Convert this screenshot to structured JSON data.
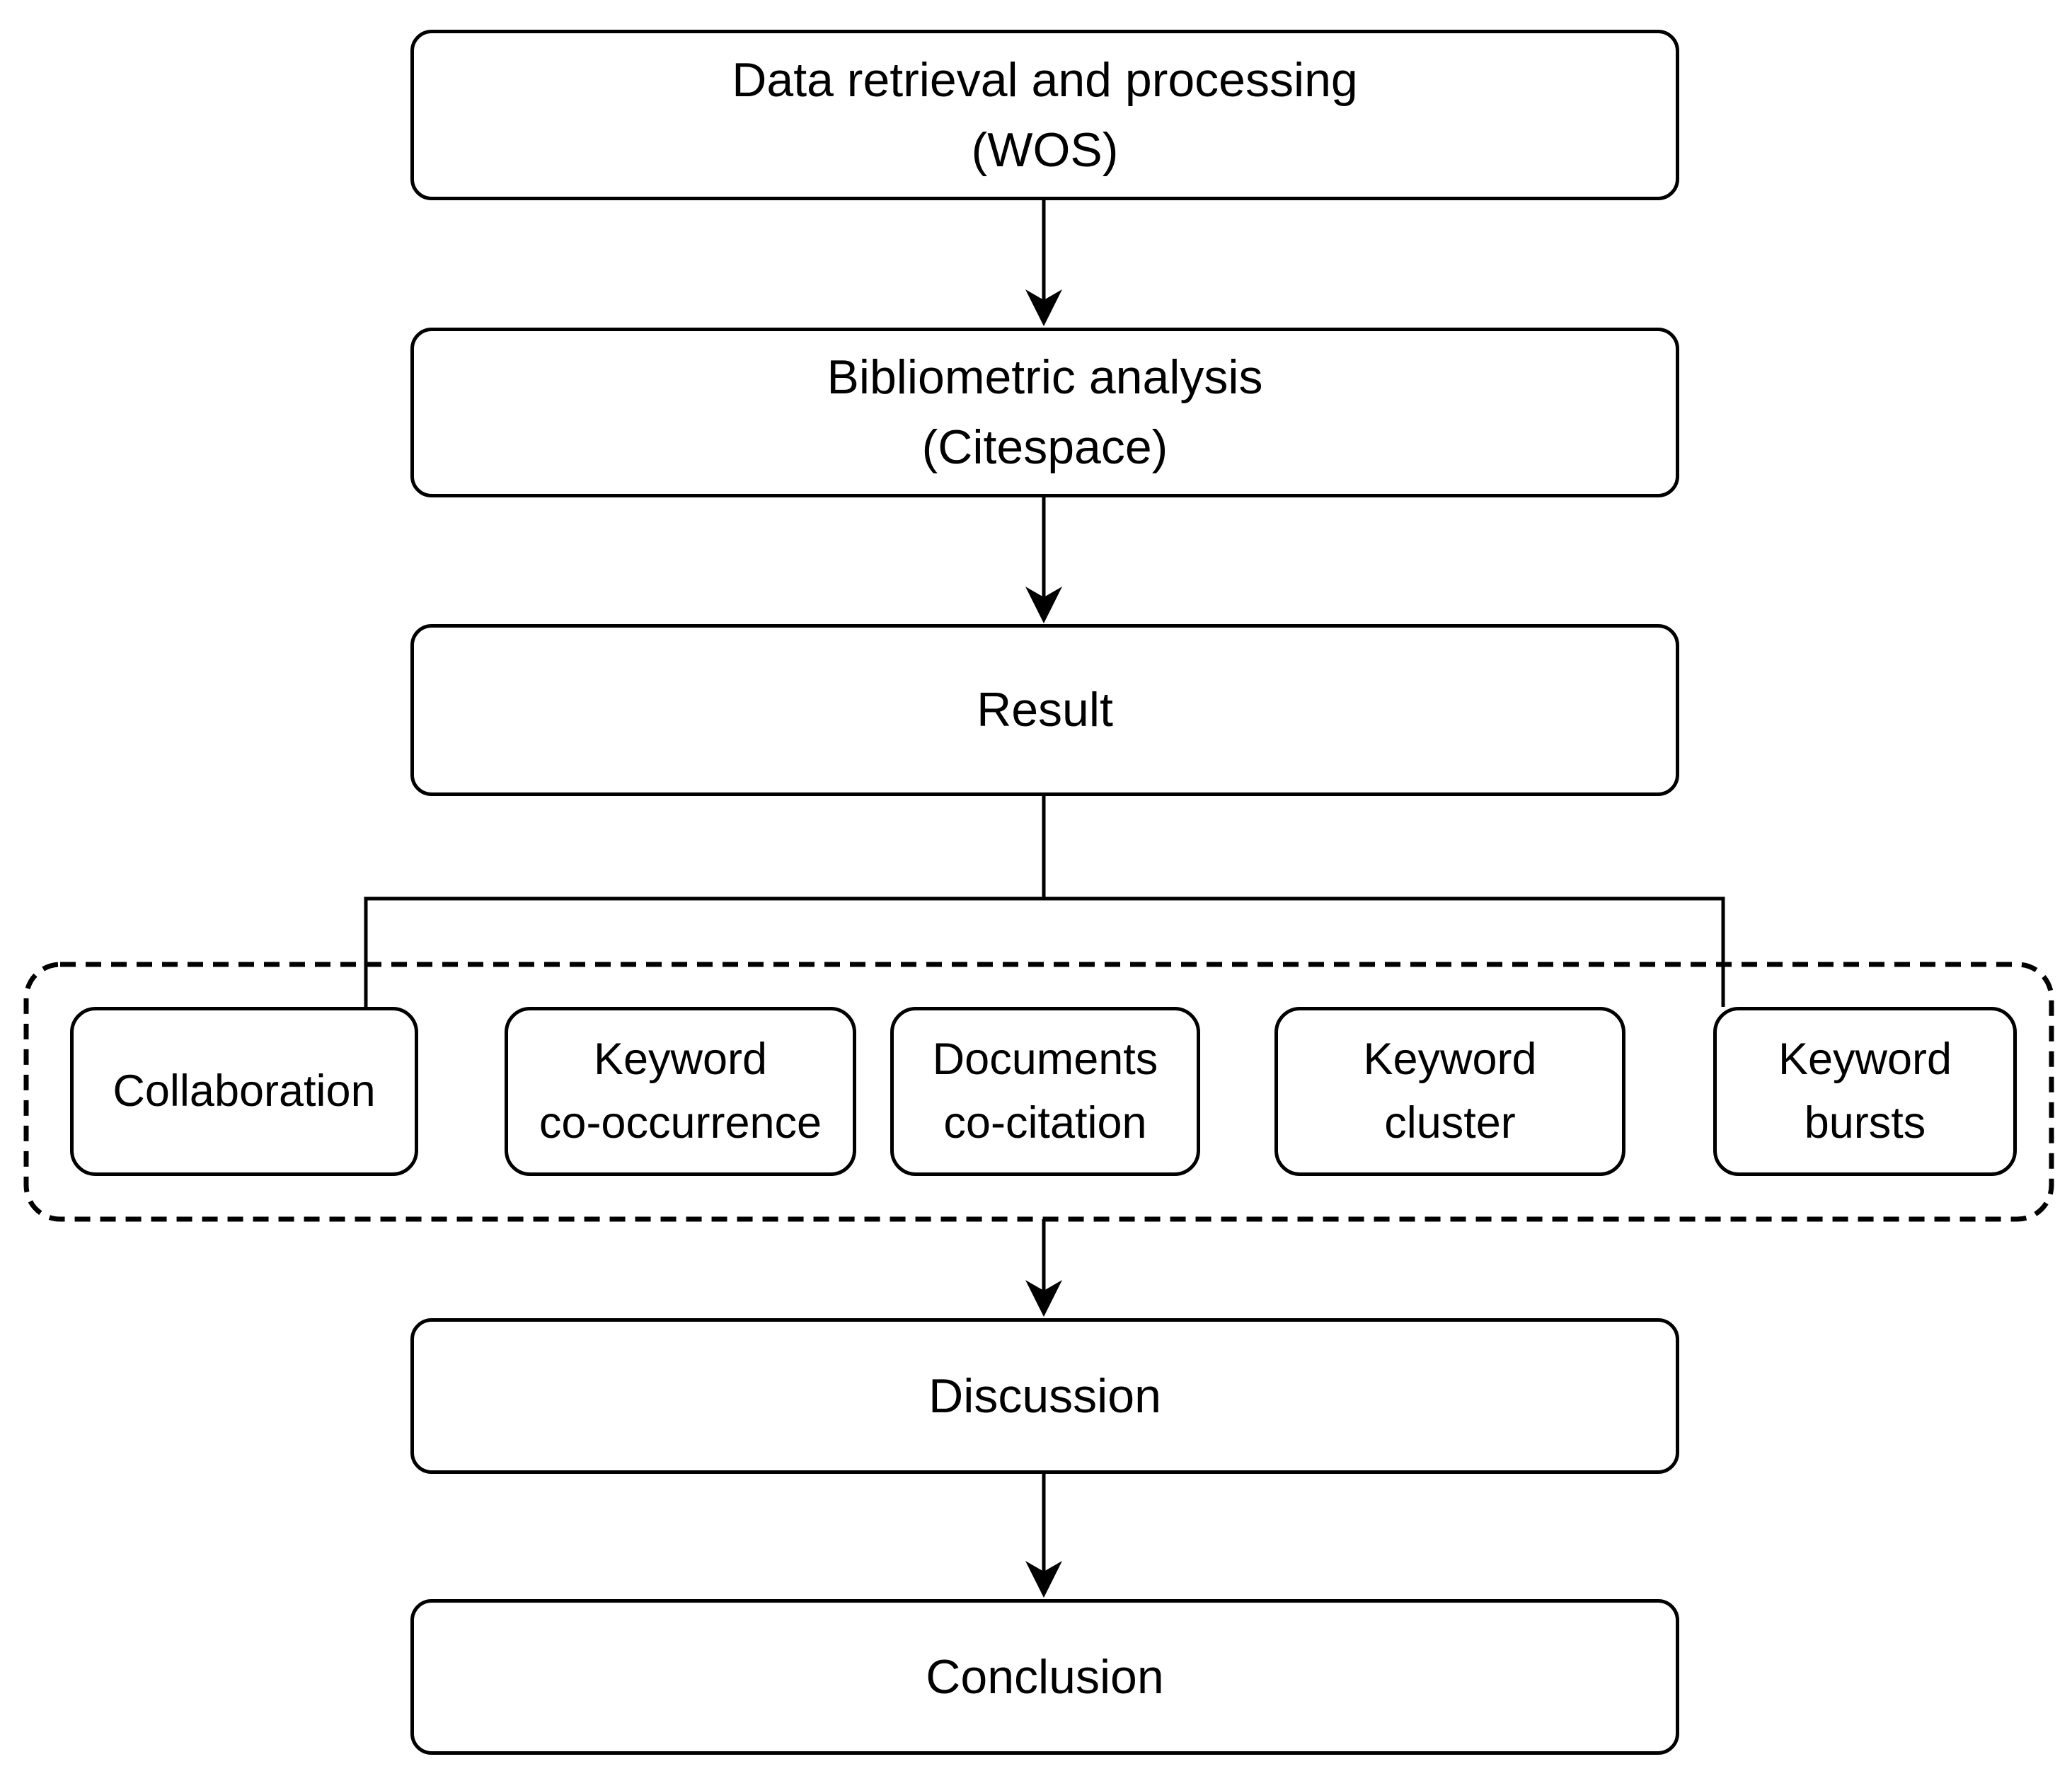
{
  "nodes": {
    "data_retrieval": {
      "line1": "Data retrieval and processing",
      "line2": "(WOS)"
    },
    "bibliometric_analysis": {
      "line1": "Bibliometric analysis",
      "line2": "(Citespace)"
    },
    "result": {
      "label": "Result"
    },
    "collaboration": {
      "label": "Collaboration"
    },
    "keyword_co_occurrence": {
      "line1": "Keyword",
      "line2": "co-occurrence"
    },
    "documents_co_citation": {
      "line1": "Documents",
      "line2": "co-citation"
    },
    "keyword_cluster": {
      "line1": "Keyword",
      "line2": "cluster"
    },
    "keyword_bursts": {
      "line1": "Keyword",
      "line2": "bursts"
    },
    "discussion": {
      "label": "Discussion"
    },
    "conclusion": {
      "label": "Conclusion"
    }
  },
  "colors": {
    "background": "#ffffff",
    "line": "#000000",
    "text": "#000000"
  }
}
